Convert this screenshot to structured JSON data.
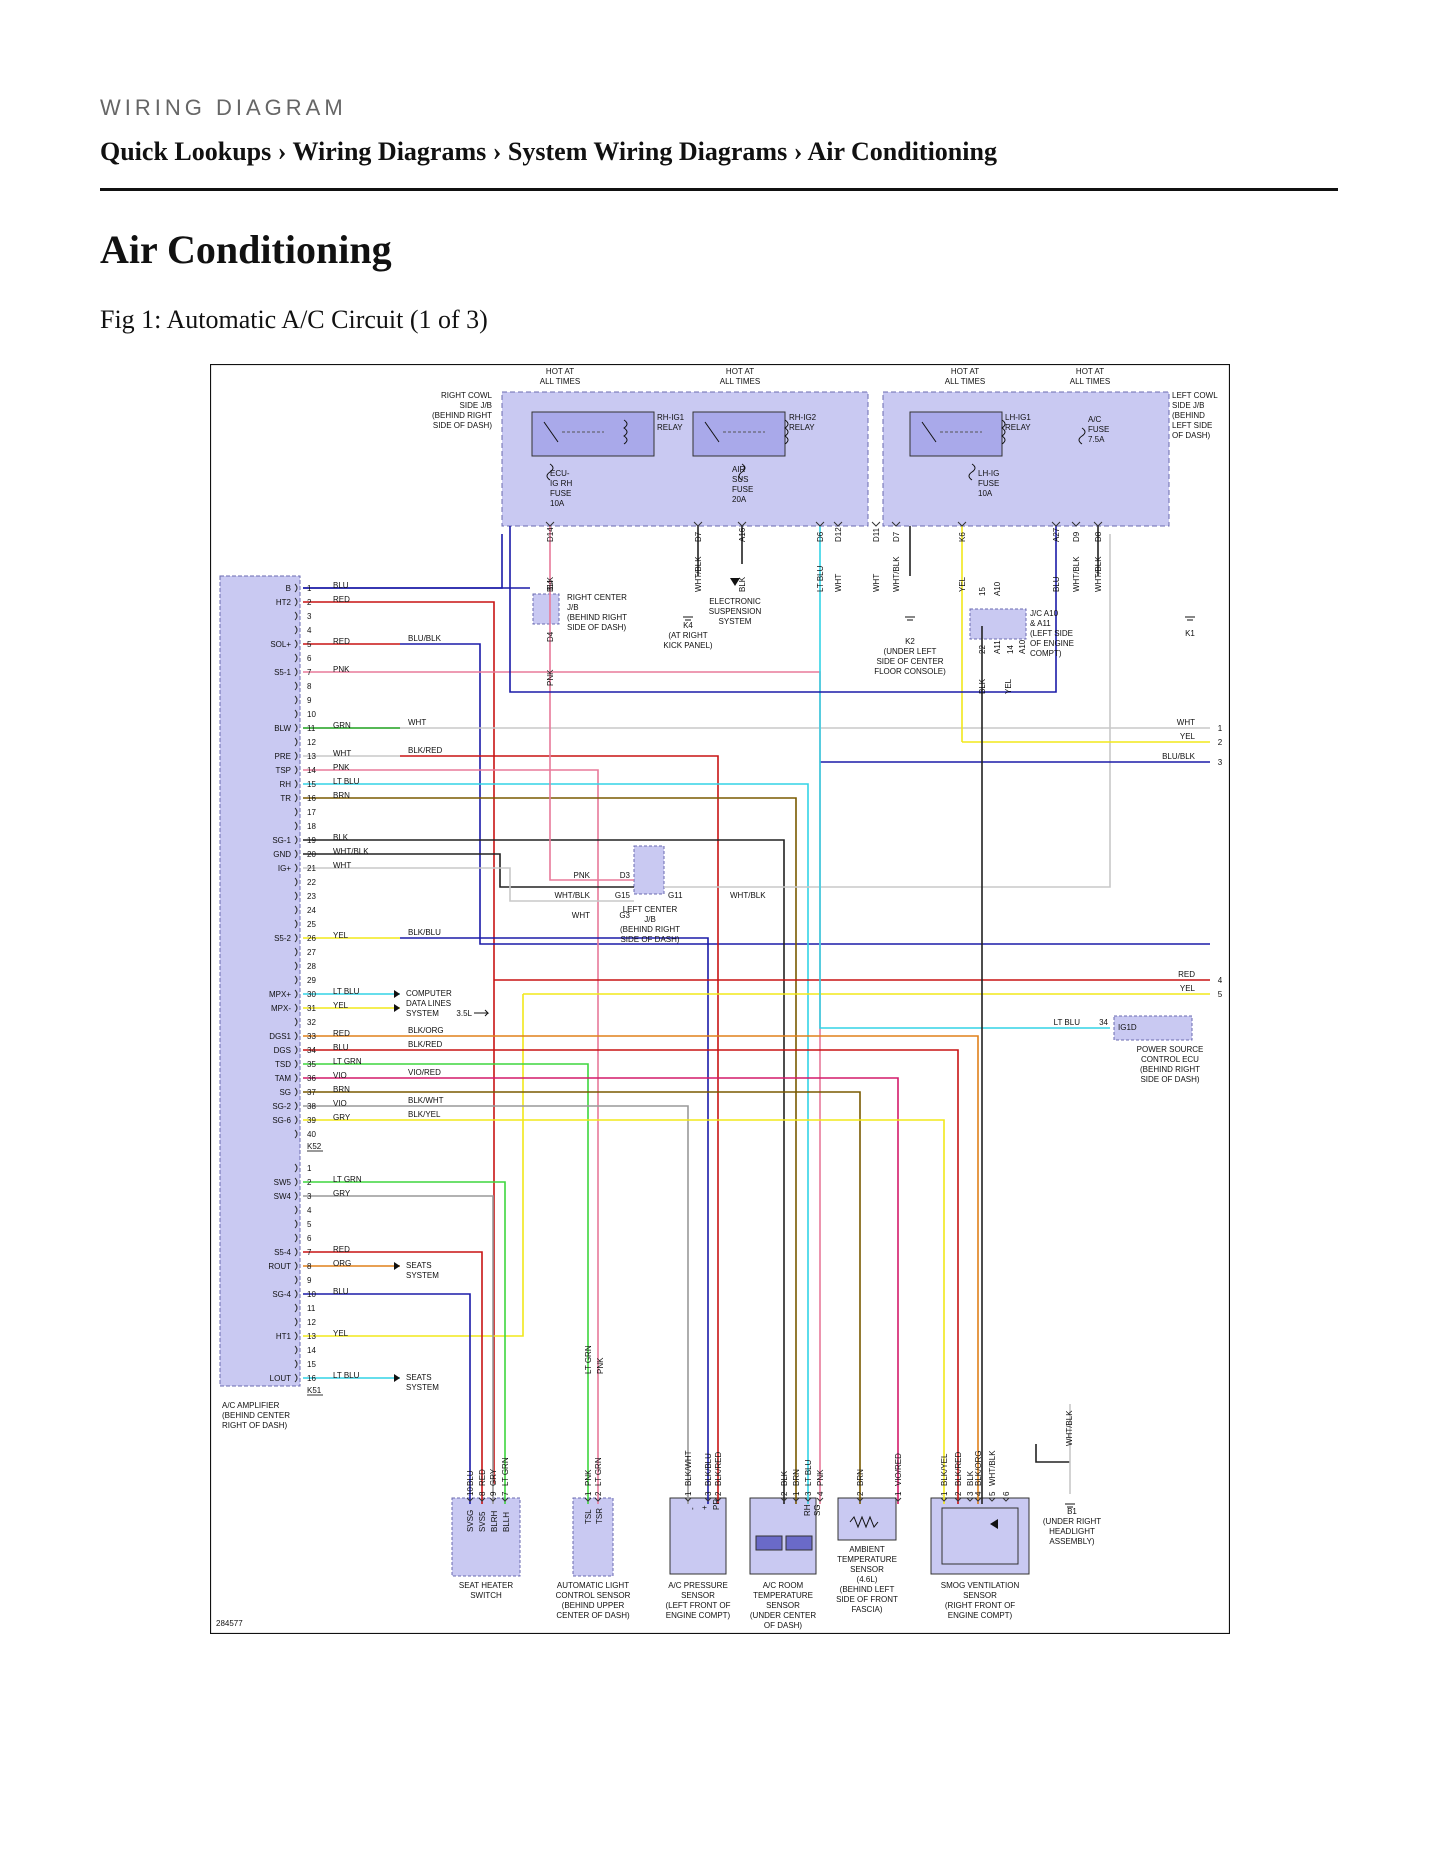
{
  "header": {
    "kicker": "WIRING DIAGRAM",
    "breadcrumb": [
      "Quick Lookups",
      "Wiring Diagrams",
      "System Wiring Diagrams",
      "Air Conditioning"
    ],
    "separator": "›"
  },
  "page_title": "Air Conditioning",
  "figure_caption": "Fig 1: Automatic A/C Circuit (1 of 3)",
  "diagram": {
    "figure_id": "284577",
    "hot_labels": [
      "HOT AT",
      "ALL TIMES"
    ],
    "right_cowl_jb": [
      "RIGHT COWL",
      "SIDE J/B",
      "(BEHIND RIGHT",
      "SIDE OF DASH)"
    ],
    "left_cowl_jb": [
      "LEFT COWL",
      "SIDE J/B",
      "(BEHIND",
      "LEFT SIDE",
      "OF DASH)"
    ],
    "relays": {
      "rh_ig1": [
        "RH-IG1",
        "RELAY"
      ],
      "rh_ig2": [
        "RH-IG2",
        "RELAY"
      ],
      "lh_ig1": [
        "LH-IG1",
        "RELAY"
      ]
    },
    "fuses": {
      "ecu_ig_rh": [
        "ECU-",
        "IG RH",
        "FUSE",
        "10A"
      ],
      "air_sus": [
        "AIR",
        "SUS",
        "FUSE",
        "20A"
      ],
      "lh_ig": [
        "LH-IG",
        "FUSE",
        "10A"
      ],
      "ac": [
        "A/C",
        "FUSE",
        "7.5A"
      ]
    },
    "top_pins": [
      "D14",
      "D7",
      "A16",
      "D6",
      "D12",
      "D11",
      "D7",
      "K6",
      "A27",
      "D9",
      "D8"
    ],
    "top_wire_colors": [
      "BLK",
      "WHT/BLK",
      "BLK",
      "LT BLU",
      "WHT",
      "WHT",
      "WHT/BLK",
      "YEL",
      "BLU",
      "WHT/BLK",
      "WHT/BLK"
    ],
    "right_center_jb": [
      "RIGHT CENTER",
      "J/B",
      "(BEHIND RIGHT",
      "SIDE OF DASH)"
    ],
    "rcjb_pins": [
      "E4",
      "D4"
    ],
    "rcjb_wire": "PNK",
    "ground_k4": [
      "K4",
      "(AT RIGHT",
      "KICK PANEL)"
    ],
    "ess": [
      "ELECTRONIC",
      "SUSPENSION",
      "SYSTEM"
    ],
    "ground_k2": [
      "K2",
      "(UNDER LEFT",
      "SIDE OF CENTER",
      "FLOOR CONSOLE)"
    ],
    "jc": [
      "J/C A10",
      "& A11",
      "(LEFT SIDE",
      "OF ENGINE",
      "COMPT)"
    ],
    "jc_pins": [
      "15",
      "A10",
      "22",
      "A11",
      "14",
      "A10"
    ],
    "jc_wires": [
      "BLK",
      "YEL"
    ],
    "ground_k1": "K1",
    "amp_pins_a": [
      {
        "n": "1",
        "label": "B",
        "color": "BLU"
      },
      {
        "n": "2",
        "label": "HT2",
        "color": "RED"
      },
      {
        "n": "3",
        "label": "",
        "color": ""
      },
      {
        "n": "4",
        "label": "",
        "color": ""
      },
      {
        "n": "5",
        "label": "SOL+",
        "color": "RED"
      },
      {
        "n": "6",
        "label": "",
        "color": ""
      },
      {
        "n": "7",
        "label": "S5-1",
        "color": "PNK"
      },
      {
        "n": "8",
        "label": "",
        "color": ""
      },
      {
        "n": "9",
        "label": "",
        "color": ""
      },
      {
        "n": "10",
        "label": "",
        "color": ""
      },
      {
        "n": "11",
        "label": "BLW",
        "color": "GRN"
      },
      {
        "n": "12",
        "label": "",
        "color": ""
      },
      {
        "n": "13",
        "label": "PRE",
        "color": "WHT"
      },
      {
        "n": "14",
        "label": "TSP",
        "color": "PNK"
      },
      {
        "n": "15",
        "label": "RH",
        "color": "LT BLU"
      },
      {
        "n": "16",
        "label": "TR",
        "color": "BRN"
      },
      {
        "n": "17",
        "label": "",
        "color": ""
      },
      {
        "n": "18",
        "label": "",
        "color": ""
      },
      {
        "n": "19",
        "label": "SG-1",
        "color": "BLK"
      },
      {
        "n": "20",
        "label": "GND",
        "color": "WHT/BLK"
      },
      {
        "n": "21",
        "label": "IG+",
        "color": "WHT"
      },
      {
        "n": "22",
        "label": "",
        "color": ""
      },
      {
        "n": "23",
        "label": "",
        "color": ""
      },
      {
        "n": "24",
        "label": "",
        "color": ""
      },
      {
        "n": "25",
        "label": "",
        "color": ""
      },
      {
        "n": "26",
        "label": "S5-2",
        "color": "YEL"
      },
      {
        "n": "27",
        "label": "",
        "color": ""
      },
      {
        "n": "28",
        "label": "",
        "color": ""
      },
      {
        "n": "29",
        "label": "",
        "color": ""
      },
      {
        "n": "30",
        "label": "MPX+",
        "color": "LT BLU"
      },
      {
        "n": "31",
        "label": "MPX-",
        "color": "YEL"
      },
      {
        "n": "32",
        "label": "",
        "color": ""
      },
      {
        "n": "33",
        "label": "DGS1",
        "color": "RED"
      },
      {
        "n": "34",
        "label": "DGS",
        "color": "BLU"
      },
      {
        "n": "35",
        "label": "TSD",
        "color": "LT GRN"
      },
      {
        "n": "36",
        "label": "TAM",
        "color": "VIO"
      },
      {
        "n": "37",
        "label": "SG",
        "color": "BRN"
      },
      {
        "n": "38",
        "label": "SG-2",
        "color": "VIO"
      },
      {
        "n": "39",
        "label": "SG-6",
        "color": "GRY"
      },
      {
        "n": "40",
        "label": "",
        "color": ""
      }
    ],
    "amp_conn_a": "K52",
    "amp_pins_b": [
      {
        "n": "1",
        "label": "",
        "color": ""
      },
      {
        "n": "2",
        "label": "SW5",
        "color": "LT GRN"
      },
      {
        "n": "3",
        "label": "SW4",
        "color": "GRY"
      },
      {
        "n": "4",
        "label": "",
        "color": ""
      },
      {
        "n": "5",
        "label": "",
        "color": ""
      },
      {
        "n": "6",
        "label": "",
        "color": ""
      },
      {
        "n": "7",
        "label": "S5-4",
        "color": "RED"
      },
      {
        "n": "8",
        "label": "ROUT",
        "color": "ORG"
      },
      {
        "n": "9",
        "label": "",
        "color": ""
      },
      {
        "n": "10",
        "label": "SG-4",
        "color": "BLU"
      },
      {
        "n": "11",
        "label": "",
        "color": ""
      },
      {
        "n": "12",
        "label": "",
        "color": ""
      },
      {
        "n": "13",
        "label": "HT1",
        "color": "YEL"
      },
      {
        "n": "14",
        "label": "",
        "color": ""
      },
      {
        "n": "15",
        "label": "",
        "color": ""
      },
      {
        "n": "16",
        "label": "LOUT",
        "color": "LT BLU"
      }
    ],
    "amp_conn_b": "K51",
    "amp_name": [
      "A/C AMPLIFIER",
      "(BEHIND CENTER",
      "RIGHT OF DASH)"
    ],
    "splice_colors": {
      "p5": "BLU/BLK",
      "p11": "WHT",
      "p13": "BLK/RED",
      "p26": "BLK/BLU",
      "p33": "BLK/ORG",
      "p34": "BLK/RED",
      "p36": "VIO/RED",
      "p38": "BLK/WHT",
      "p39": "BLK/YEL"
    },
    "cdl": [
      "COMPUTER",
      "DATA LINES",
      "SYSTEM"
    ],
    "seats": [
      "SEATS",
      "SYSTEM"
    ],
    "engine_note": "3.5L",
    "left_center_jb": [
      "LEFT CENTER",
      "J/B",
      "(BEHIND RIGHT",
      "SIDE OF DASH)"
    ],
    "lcjb_pins": [
      "D3",
      "G15",
      "G3",
      "G11"
    ],
    "lcjb_wires": [
      "PNK",
      "WHT/BLK",
      "WHT",
      "WHT/BLK"
    ],
    "right_exits": [
      {
        "n": "1",
        "color": "WHT"
      },
      {
        "n": "2",
        "color": "YEL"
      },
      {
        "n": "3",
        "color": "BLU/BLK"
      },
      {
        "n": "4",
        "color": "RED"
      },
      {
        "n": "5",
        "color": "YEL"
      }
    ],
    "ecu": {
      "pin": "34",
      "color": "LT BLU",
      "conn": "IG1D",
      "name": [
        "POWER SOURCE",
        "CONTROL ECU",
        "(BEHIND RIGHT",
        "SIDE OF DASH)"
      ]
    },
    "components": {
      "seat_heater": {
        "name": [
          "SEAT HEATER",
          "SWITCH"
        ],
        "pins": [
          "10",
          "8",
          "9",
          "7"
        ],
        "wires": [
          "BLU",
          "RED",
          "GRY",
          "LT GRN"
        ],
        "terms": [
          "SVSG",
          "SVS5",
          "BLRH",
          "BLLH"
        ]
      },
      "auto_light": {
        "name": [
          "AUTOMATIC LIGHT",
          "CONTROL SENSOR",
          "(BEHIND UPPER",
          "CENTER OF DASH)"
        ],
        "pins": [
          "1",
          "2"
        ],
        "wires": [
          "PNK",
          "LT GRN"
        ],
        "terms": [
          "TSL",
          "TSR"
        ],
        "upper_wires": [
          "LT GRN",
          "PNK"
        ]
      },
      "ac_pressure": {
        "name": [
          "A/C PRESSURE",
          "SENSOR",
          "(LEFT FRONT OF",
          "ENGINE COMPT)"
        ],
        "pins": [
          "1",
          "3",
          "2"
        ],
        "wires": [
          "BLK/WHT",
          "BLK/BLU",
          "BLK/RED"
        ],
        "terms": [
          "-",
          "+",
          "PR"
        ]
      },
      "room_temp": {
        "name": [
          "A/C ROOM",
          "TEMPERATURE",
          "SENSOR",
          "(UNDER CENTER",
          "OF DASH)"
        ],
        "pins": [
          "2",
          "1",
          "3",
          "4"
        ],
        "wires": [
          "BLK",
          "BRN",
          "LT BLU",
          "PNK"
        ],
        "terms": [
          "RH",
          "SG"
        ]
      },
      "ambient": {
        "name": [
          "AMBIENT",
          "TEMPERATURE",
          "SENSOR",
          "(4.6L)",
          "(BEHIND LEFT",
          "SIDE OF FRONT",
          "FASCIA)"
        ],
        "pins": [
          "2",
          "1"
        ],
        "wires": [
          "BRN",
          "VIO/RED"
        ]
      },
      "smog": {
        "name": [
          "SMOG VENTILATION",
          "SENSOR",
          "(RIGHT FRONT OF",
          "ENGINE COMPT)"
        ],
        "pins": [
          "1",
          "2",
          "3",
          "4",
          "5",
          "6"
        ],
        "wires": [
          "BLK/YEL",
          "BLK/RED",
          "BLK",
          "BLK/ORG",
          "WHT/BLK"
        ]
      },
      "b1": {
        "wire": "WHT/BLK",
        "name": [
          "B1",
          "(UNDER RIGHT",
          "HEADLIGHT",
          "ASSEMBLY)"
        ]
      }
    }
  },
  "wire_hex": {
    "BLU": "#1b1ba8",
    "RED": "#c81414",
    "PNK": "#e87a9a",
    "GRN": "#1fa01f",
    "WHT": "#c8c8c8",
    "LT BLU": "#33d4e6",
    "BRN": "#7a5a00",
    "BLK": "#222222",
    "YEL": "#f2e81a",
    "VIO": "#d01fd0",
    "GRY": "#999999",
    "LT GRN": "#3ed63e",
    "ORG": "#e0801a",
    "VIORED": "#d41a6a"
  }
}
